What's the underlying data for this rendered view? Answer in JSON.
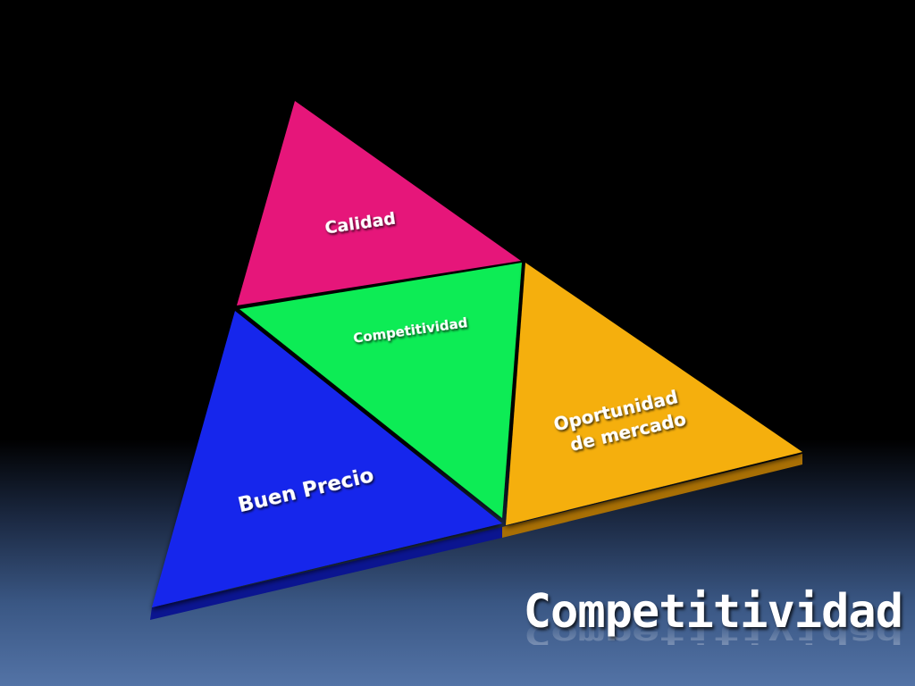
{
  "slide": {
    "title": "Competitividad"
  },
  "pyramid": {
    "segments": [
      {
        "id": "top",
        "label": "Calidad",
        "color": "#e6197a"
      },
      {
        "id": "center",
        "label": "Competitividad",
        "color": "#0cec55"
      },
      {
        "id": "left",
        "label": "Buen Precio",
        "color": "#1426ec"
      },
      {
        "id": "right",
        "label_lines": [
          "Oportunidad",
          "de mercado"
        ],
        "color": "#f5af0c"
      }
    ]
  }
}
